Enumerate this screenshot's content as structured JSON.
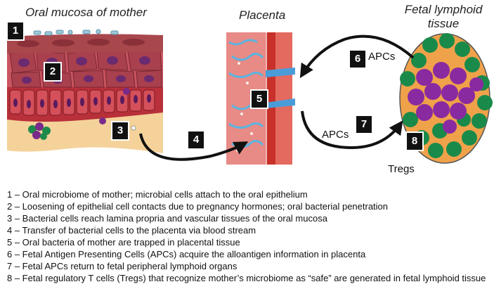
{
  "titles": {
    "oral_mucosa": "Oral mucosa of mother",
    "placenta": "Placenta",
    "fetal_lymphoid_line1": "Fetal lymphoid",
    "fetal_lymphoid_line2": "tissue"
  },
  "badges": [
    "1",
    "2",
    "3",
    "4",
    "5",
    "6",
    "7",
    "8"
  ],
  "labels": {
    "apcs_top": "APCs",
    "apcs_bottom": "APCs",
    "tregs": "Tregs"
  },
  "legend": [
    "1 – Oral microbiome of mother; microbial cells attach to the oral epithelium",
    "2 – Loosening of epithelial cell contacts due to pregnancy hormones; oral bacterial penetration",
    "3 – Bacterial cells reach lamina propria and vascular tissues of the oral mucosa",
    "4 – Transfer of bacterial cells to the placenta via blood stream",
    "5 – Oral bacteria of mother are trapped in placental tissue",
    "6 – Fetal Antigen Presenting Cells (APCs) acquire the alloantigen information in placenta",
    "7 – Fetal APCs return to fetal peripheral lymphoid organs",
    "8 – Fetal regulatory T cells (Tregs) that recognize mother’s microbiome as “safe” are generated in fetal lymphoid tissue"
  ]
}
